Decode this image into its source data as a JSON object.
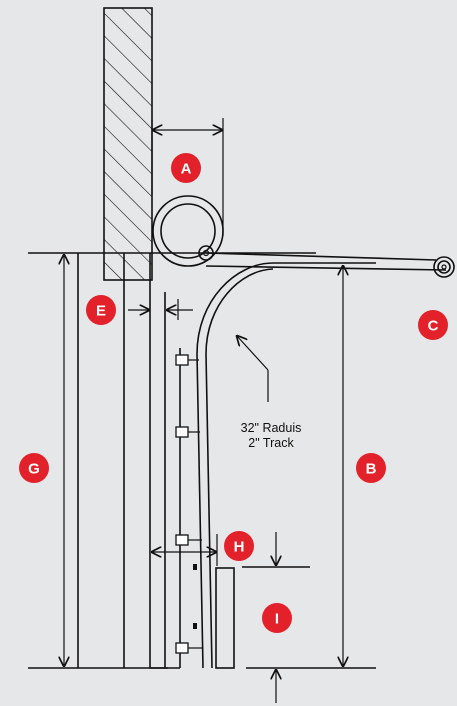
{
  "colors": {
    "background": "#e6e7e8",
    "line": "#111111",
    "badge": "#e3212a",
    "badge_text": "#ffffff"
  },
  "labels": {
    "A": "A",
    "B": "B",
    "C": "C",
    "E": "E",
    "G": "G",
    "H": "H",
    "I": "I"
  },
  "note": {
    "line1": "32\" Raduis",
    "line2": "2\" Track"
  }
}
